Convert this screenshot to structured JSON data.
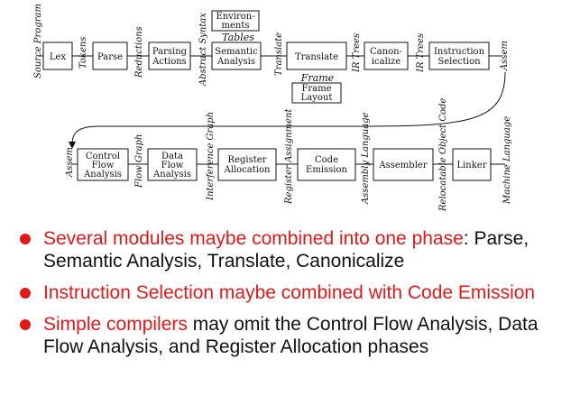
{
  "diagram": {
    "top_row": {
      "boxes": [
        {
          "id": "lex",
          "lines": [
            "Lex"
          ]
        },
        {
          "id": "parse",
          "lines": [
            "Parse"
          ]
        },
        {
          "id": "parsing_actions",
          "lines": [
            "Parsing",
            "Actions"
          ]
        },
        {
          "id": "semantic_analysis",
          "lines": [
            "Semantic",
            "Analysis"
          ]
        },
        {
          "id": "translate",
          "lines": [
            "Translate"
          ]
        },
        {
          "id": "canonicalize",
          "lines": [
            "Canon-",
            "icalize"
          ]
        },
        {
          "id": "instruction_selection",
          "lines": [
            "Instruction",
            "Selection"
          ]
        }
      ],
      "edge_labels": [
        "Source Program",
        "Tokens",
        "Reductions",
        "Abstract Syntax",
        "Translate",
        "IR Trees",
        "IR Trees",
        "Assem"
      ],
      "environments": {
        "lines": [
          "Environ-",
          "ments"
        ],
        "caption": "Tables"
      },
      "frame": {
        "caption": "Frame",
        "lines": [
          "Frame",
          "Layout"
        ]
      }
    },
    "bottom_row": {
      "boxes": [
        {
          "id": "control_flow",
          "lines": [
            "Control",
            "Flow",
            "Analysis"
          ]
        },
        {
          "id": "data_flow",
          "lines": [
            "Data",
            "Flow",
            "Analysis"
          ]
        },
        {
          "id": "register_allocation",
          "lines": [
            "Register",
            "Allocation"
          ]
        },
        {
          "id": "code_emission",
          "lines": [
            "Code",
            "Emission"
          ]
        },
        {
          "id": "assembler",
          "lines": [
            "Assembler"
          ]
        },
        {
          "id": "linker",
          "lines": [
            "Linker"
          ]
        }
      ],
      "edge_labels": [
        "Assem",
        "Flow Graph",
        "Interference Graph",
        "Register Assignment",
        "Assembly Language",
        "Relocatable Object Code",
        "Machine Language"
      ]
    }
  },
  "bullets": [
    {
      "red": "Several modules maybe combined into one phase",
      "black": ": Parse, Semantic Analysis, Translate, Canonicalize"
    },
    {
      "red": "Instruction Selection maybe combined with Code Emission",
      "black": ""
    },
    {
      "red": "Simple compilers",
      "black": " may omit the Control Flow Analysis, Data Flow Analysis, and Register Allocation phases"
    }
  ],
  "colors": {
    "accent": "#e01919",
    "text": "#111111"
  }
}
